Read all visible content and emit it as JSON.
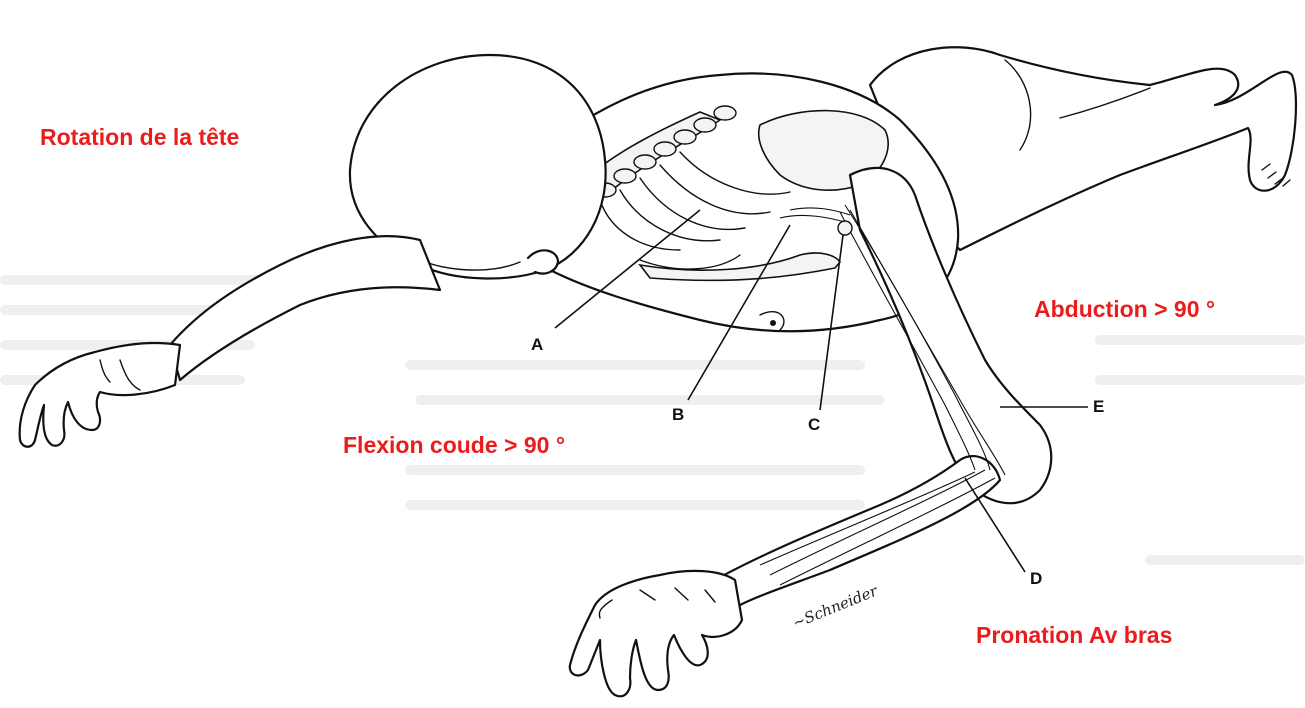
{
  "callouts": {
    "head_rotation": "Rotation de la tête",
    "shoulder_abduction": "Abduction > 90 °",
    "elbow_flexion": "Flexion coude > 90 °",
    "forearm_pronation": "Pronation Av bras"
  },
  "markers": {
    "a": "A",
    "b": "B",
    "c": "C",
    "d": "D",
    "e": "E"
  },
  "colors": {
    "callout": "#ea1c1c",
    "line": "#111111",
    "background_text": "#ececec"
  }
}
